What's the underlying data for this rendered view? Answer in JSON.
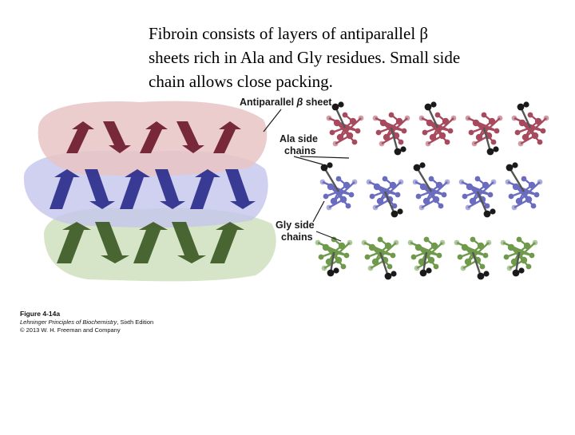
{
  "slide": {
    "lines": [
      "Fibroin consists of layers of antiparallel β",
      "sheets rich in Ala and Gly residues. Small side",
      "chain allows close packing."
    ]
  },
  "figure": {
    "labels": {
      "antiparallel_prefix": "Antiparallel ",
      "beta_symbol": "β",
      "antiparallel_suffix": " sheet",
      "ala_line1": "Ala side",
      "ala_line2": "chains",
      "gly_line1": "Gly side",
      "gly_line2": "chains"
    },
    "layer_colors": {
      "top_surface": "#e9c4c4",
      "top_strands": "#6e1b2c",
      "middle_surface": "#c4c6ec",
      "middle_strands": "#2a2d8c",
      "bottom_surface": "#cfe0bd",
      "bottom_strands": "#3c5a25"
    },
    "atom_colors": {
      "ala_rows": "#a84a5e",
      "middle_rows": "#6a6cc0",
      "gly_rows": "#6f9a4c",
      "side_chain": "#1a1a1a"
    }
  },
  "caption": {
    "figure_number": "Figure 4-14a",
    "book_title": "Lehninger Principles of Biochemistry",
    "edition": ", Sixth Edition",
    "copyright": "© 2013 W. H. Freeman and Company"
  }
}
